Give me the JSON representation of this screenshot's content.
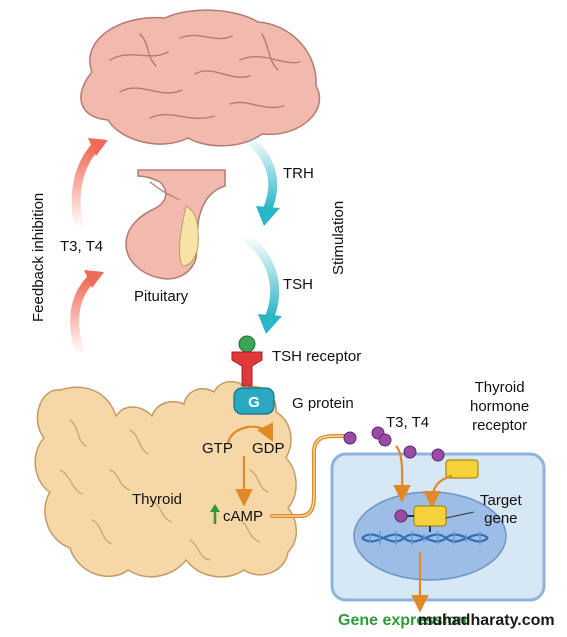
{
  "labels": {
    "trh": "TRH",
    "tsh": "TSH",
    "stimulation": "Stimulation",
    "feedback_inhibition": "Feedback inhibition",
    "t3t4_left": "T3, T4",
    "pituitary": "Pituitary",
    "tsh_receptor": "TSH receptor",
    "g_protein": "G protein",
    "g_letter": "G",
    "gtp": "GTP",
    "gdp": "GDP",
    "thyroid": "Thyroid",
    "camp": "cAMP",
    "t3t4_cell": "T3, T4",
    "thyroid_hormone_receptor": [
      "Thyroid",
      "hormone",
      "receptor"
    ],
    "target_gene": [
      "Target",
      "gene"
    ],
    "gene_expression": "Gene expression",
    "watermark": "muhadharaty.com"
  },
  "colors": {
    "brain": "#f2b9ae",
    "brain_stroke": "#b57a70",
    "thyroid": "#f5d7a8",
    "thyroid_stroke": "#c59b63",
    "feedback_arrow": "#ef6b57",
    "stimulation_arrow": "#2bb6c8",
    "pathway_arrow": "#e08a25",
    "receptor_red": "#e0393c",
    "g_protein": "#2aa8c2",
    "cell_fill": "#d6e7f6",
    "cell_stroke": "#8db4d9",
    "nucleus_fill": "#9dbde6",
    "hormone": "#9a4ba8",
    "receptor_yellow": "#f5d23a",
    "gene_green": "#2f9a3a"
  }
}
